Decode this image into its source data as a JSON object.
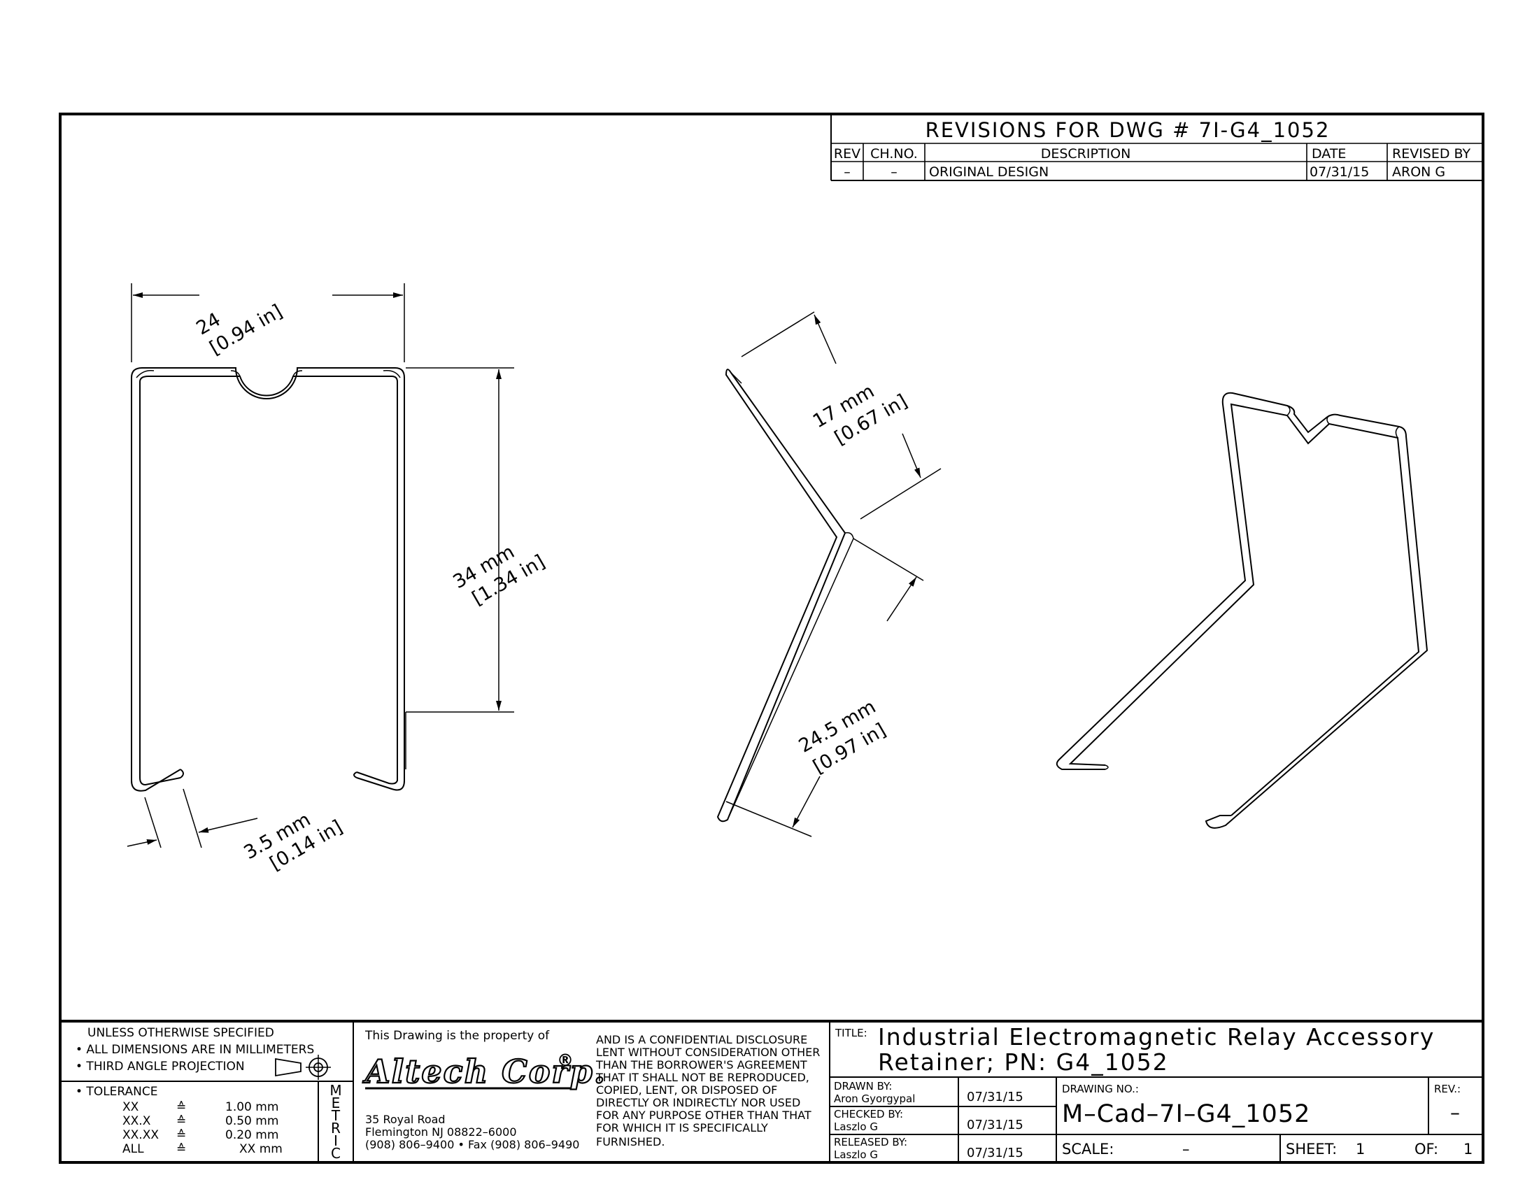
{
  "revisions": {
    "title": "REVISIONS FOR DWG # 7I-G4_1052",
    "headers": {
      "rev": "REV",
      "chno": "CH.NO.",
      "desc": "DESCRIPTION",
      "date": "DATE",
      "revised_by": "REVISED BY"
    },
    "rows": [
      {
        "rev": "–",
        "chno": "–",
        "desc": "ORIGINAL DESIGN",
        "date": "07/31/15",
        "revised_by": "ARON G"
      }
    ]
  },
  "dimensions": {
    "width_mm": "24",
    "width_in": "[0.94 in]",
    "height_mm": "34 mm",
    "height_in": "[1.34 in]",
    "foot_mm": "3.5 mm",
    "foot_in": "[0.14 in]",
    "upper_arm_mm": "17 mm",
    "upper_arm_in": "[0.67 in]",
    "lower_arm_mm": "24.5 mm",
    "lower_arm_in": "[0.97 in]"
  },
  "notes": {
    "line1": "UNLESS OTHERWISE SPECIFIED",
    "line2": "• ALL DIMENSIONS ARE IN MILLIMETERS",
    "line3": "• THIRD ANGLE PROJECTION",
    "tolerance_label": "• TOLERANCE",
    "tolerances": [
      {
        "key": "XX",
        "sym": "≙",
        "val": "1.00 mm"
      },
      {
        "key": "XX.X",
        "sym": "≙",
        "val": "0.50 mm"
      },
      {
        "key": "XX.XX",
        "sym": "≙",
        "val": "0.20 mm"
      },
      {
        "key": "ALL",
        "sym": "≙",
        "val": "XX mm"
      }
    ],
    "metric": [
      "M",
      "E",
      "T",
      "R",
      "I",
      "C"
    ]
  },
  "company": {
    "property_of": "This Drawing is the property of",
    "logo": "Altech Corp.",
    "reg": "®",
    "address1": "35 Royal Road",
    "address2": "Flemington NJ 08822–6000",
    "phone": "(908) 806–9400 • Fax (908) 806–9490",
    "disclosure": [
      "AND IS A CONFIDENTIAL DISCLOSURE",
      "LENT WITHOUT CONSIDERATION OTHER",
      "THAN THE BORROWER'S AGREEMENT",
      "THAT IT SHALL NOT BE REPRODUCED,",
      "COPIED, LENT, OR DISPOSED OF",
      "DIRECTLY OR INDIRECTLY NOR USED",
      "FOR ANY PURPOSE OTHER THAN THAT",
      "FOR WHICH IT IS SPECIFICALLY",
      "FURNISHED."
    ]
  },
  "title_block": {
    "title_label": "TITLE:",
    "title_line1": "Industrial Electromagnetic Relay Accessory",
    "title_line2": "Retainer; PN: G4_1052",
    "drawn_by_label": "DRAWN BY:",
    "drawn_by": "Aron Gyorgypal",
    "drawn_date": "07/31/15",
    "checked_by_label": "CHECKED BY:",
    "checked_by": "Laszlo G",
    "checked_date": "07/31/15",
    "released_by_label": "RELEASED BY:",
    "released_by": "Laszlo G",
    "released_date": "07/31/15",
    "drawing_no_label": "DRAWING NO.:",
    "drawing_no": "M–Cad–7I–G4_1052",
    "rev_label": "REV.:",
    "rev": "–",
    "scale_label": "SCALE:",
    "scale": "–",
    "sheet_label": "SHEET:",
    "sheet": "1",
    "of_label": "OF:",
    "of": "1"
  }
}
